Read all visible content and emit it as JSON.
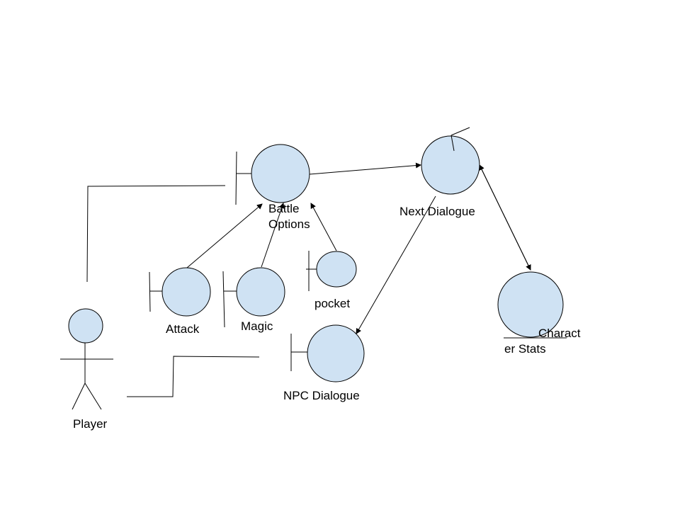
{
  "diagram": {
    "actor": {
      "label": "Player"
    },
    "nodes": {
      "battle_options": {
        "label_line1": "Battle",
        "label_line2": "Options"
      },
      "next_dialogue": {
        "label": "Next Dialogue"
      },
      "attack": {
        "label": "Attack"
      },
      "magic": {
        "label": "Magic"
      },
      "pocket": {
        "label": "pocket"
      },
      "npc_dialogue": {
        "label": "NPC Dialogue"
      },
      "character_stats": {
        "label_line1": "Charact",
        "label_line2": "er Stats"
      }
    },
    "colors": {
      "node_fill": "#cfe2f3",
      "stroke": "#000000"
    }
  }
}
